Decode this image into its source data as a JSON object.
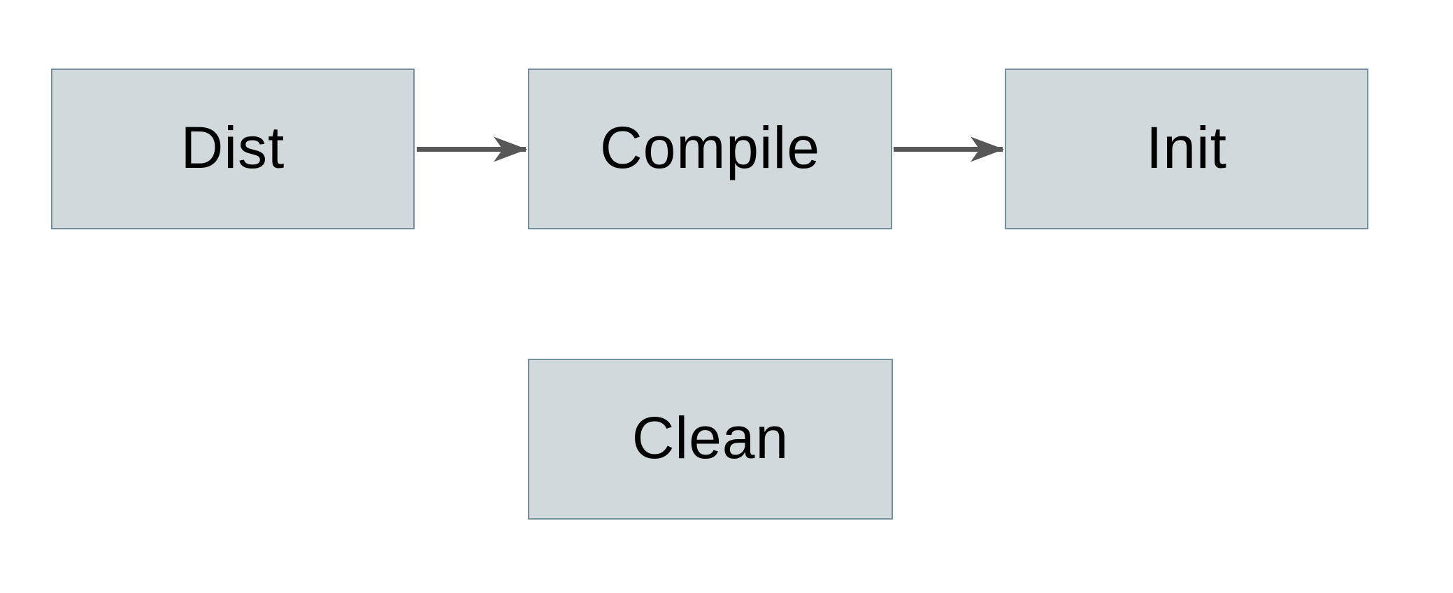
{
  "diagram": {
    "title": "build-targets-flow",
    "nodes": [
      {
        "id": "dist",
        "label": "Dist"
      },
      {
        "id": "compile",
        "label": "Compile"
      },
      {
        "id": "init",
        "label": "Init"
      },
      {
        "id": "clean",
        "label": "Clean"
      }
    ],
    "edges": [
      {
        "from": "dist",
        "to": "compile",
        "style": "arrow-right"
      },
      {
        "from": "compile",
        "to": "init",
        "style": "arrow-right"
      }
    ],
    "colors": {
      "background": "#ffffff",
      "node_fill": "#d2d9dc",
      "node_border": "#74909e",
      "arrow": "#575757",
      "text": "#000000"
    }
  }
}
